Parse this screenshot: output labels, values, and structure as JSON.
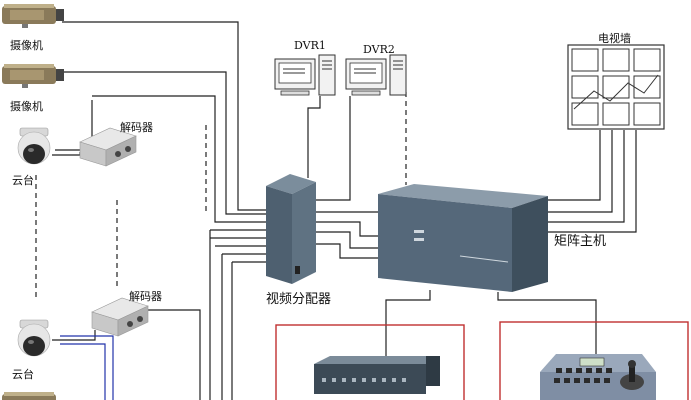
{
  "labels": {
    "camera_1": "摄像机",
    "camera_2": "摄像机",
    "ptz_1": "云台",
    "ptz_2": "云台",
    "decoder_1": "解码器",
    "decoder_2": "解码器",
    "dvr1": "DVR1",
    "dvr2": "DVR2",
    "tv_wall": "电视墙",
    "matrix_host": "矩阵主机",
    "video_splitter": "视频分配器"
  },
  "colors": {
    "wire": "#222222",
    "wire_blue": "#2233aa",
    "device_body": "#586a7a",
    "device_face": "#3f505e",
    "red_frame": "#c03030"
  },
  "icons": [
    "camera-icon",
    "dome-camera-icon",
    "decoder-icon",
    "computer-icon",
    "tv-wall-icon",
    "matrix-host-icon",
    "video-splitter-icon",
    "rack-unit-icon",
    "keyboard-controller-icon"
  ]
}
